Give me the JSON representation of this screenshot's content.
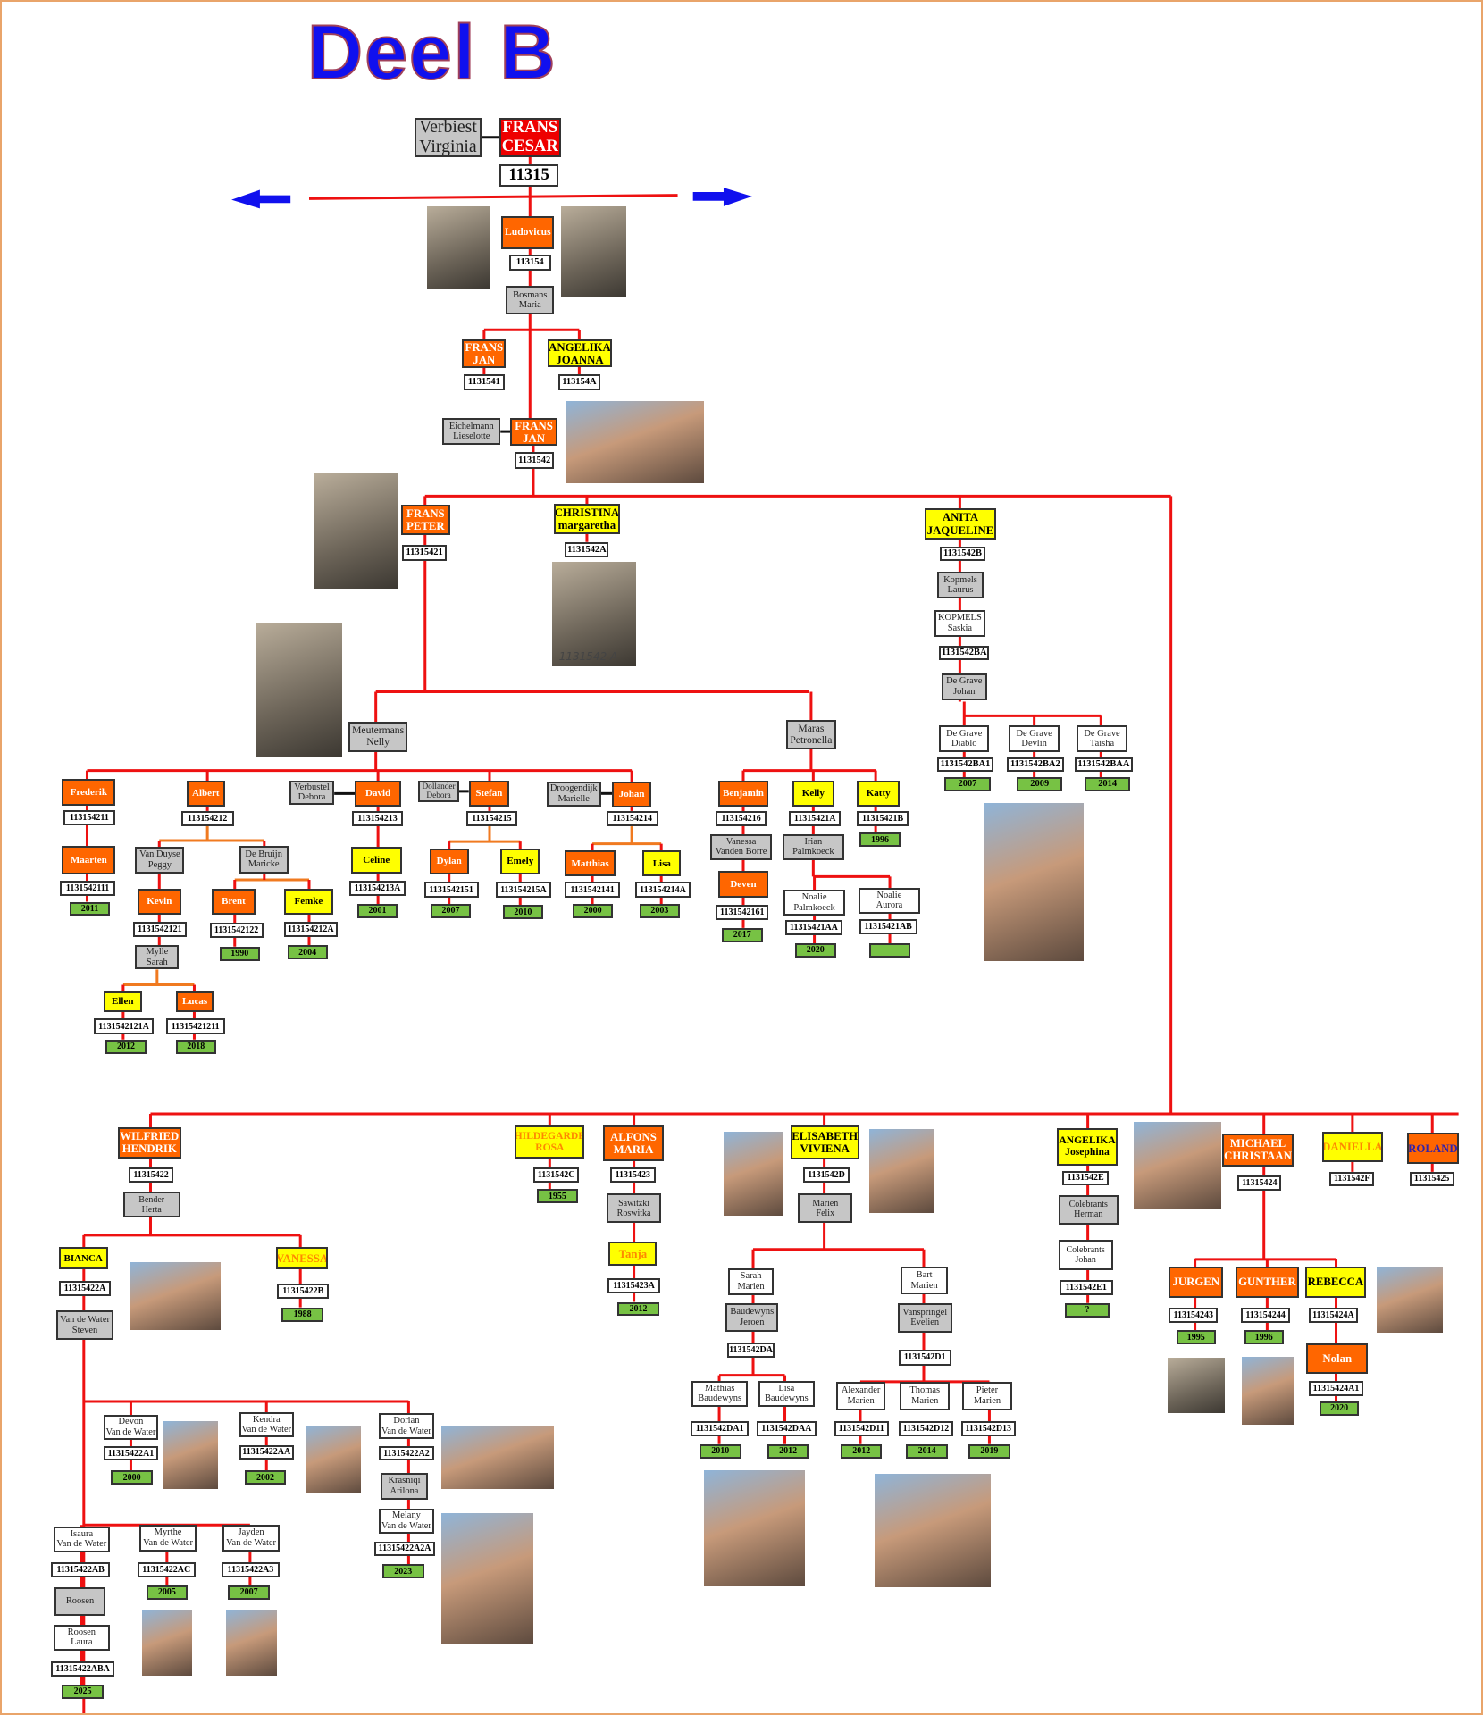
{
  "title": "Deel B",
  "photo_caption": "1131542 A",
  "colors": {
    "orange": "#ff6600",
    "yellow": "#ffff00",
    "red": "#ee0000",
    "spouse": "#c6c6c6",
    "year": "#77c244",
    "line": "#ee1111",
    "arrow": "#1010ee"
  },
  "tree": {
    "verbiest": "Verbiest\nVirginia",
    "frans_cesar": "FRANS\nCESAR",
    "id_11315": "11315",
    "ludovicus": "Ludovicus",
    "id_113154": "113154",
    "bosmans": "Bosmans\nMaria",
    "frans_jan_1": "FRANS\nJAN",
    "id_1131541": "1131541",
    "angelika_joanna": "ANGELIKA\nJOANNA",
    "id_113154A": "113154A",
    "eichelmann": "Eichelmann\nLieselotte",
    "frans_jan_2": "FRANS\nJAN",
    "id_1131542": "1131542",
    "frans_peter": "FRANS\nPETER",
    "id_11315421": "11315421",
    "christina": "CHRISTINA\nmargaretha",
    "id_1131542A": "1131542A",
    "anita": "ANITA\nJAQUELINE",
    "id_1131542B": "1131542B",
    "kopmels_laurus": "Kopmels\nLaurus",
    "kopmels_saskia": "KOPMELS\nSaskia",
    "id_1131542BA": "1131542BA",
    "degrave_johan": "De Grave\nJohan",
    "degrave_diablo": "De Grave\nDiablo",
    "degrave_devlin": "De Grave\nDevlin",
    "degrave_taisha": "De Grave\nTaisha",
    "id_1131542BA1": "1131542BA1",
    "id_1131542BA2": "1131542BA2",
    "id_1131542BAA": "1131542BAA",
    "yr_diablo": "2007",
    "yr_devlin": "2009",
    "yr_taisha": "2014",
    "meutermans": "Meutermans\nNelly",
    "maras": "Maras\nPetronella",
    "frederik": "Frederik",
    "id_113154211": "113154211",
    "maarten": "Maarten",
    "id_1131542111": "1131542111",
    "yr_maarten": "2011",
    "albert": "Albert",
    "id_113154212": "113154212",
    "vanduyse": "Van Duyse\nPeggy",
    "debruijn": "De Bruijn\nMaricke",
    "kevin": "Kevin",
    "id_1131542121": "1131542121",
    "mylle": "Mylle\nSarah",
    "ellen": "Ellen",
    "id_1131542121A": "1131542121A",
    "yr_ellen": "2012",
    "lucas": "Lucas",
    "id_11315421211": "11315421211",
    "yr_lucas": "2018",
    "brent": "Brent",
    "id_1131542122": "1131542122",
    "yr_brent": "1990",
    "femke": "Femke",
    "id_113154212A": "113154212A",
    "yr_femke": "2004",
    "verbustel": "Verbustel\nDebora",
    "david": "David",
    "id_113154213": "113154213",
    "celine": "Celine",
    "id_113154213A": "113154213A",
    "yr_celine": "2001",
    "dollander": "Dollander\nDebora",
    "stefan": "Stefan",
    "id_113154215": "113154215",
    "dylan": "Dylan",
    "id_1131542151": "1131542151",
    "yr_dylan": "2007",
    "emely": "Emely",
    "id_113154215A": "113154215A",
    "yr_emely": "2010",
    "droogendijk": "Droogendijk\nMarielle",
    "johan": "Johan",
    "id_113154214": "113154214",
    "matthias": "Matthias",
    "id_1131542141": "1131542141",
    "yr_matthias": "2000",
    "lisa": "Lisa",
    "id_113154214A": "113154214A",
    "yr_lisa": "2003",
    "benjamin": "Benjamin",
    "id_113154216": "113154216",
    "vanessa_vb": "Vanessa\nVanden Borre",
    "deven": "Deven",
    "id_1131542161": "1131542161",
    "yr_deven": "2017",
    "kelly": "Kelly",
    "id_11315421A": "11315421A",
    "irian": "Irian\nPalmkoeck",
    "noalie_p": "Noalie\nPalmkoeck",
    "id_11315421AA": "11315421AA",
    "yr_noalie_p": "2020",
    "katty": "Katty",
    "id_11315421B": "11315421B",
    "yr_katty": "1996",
    "noalie_a": "Noalie\nAurora",
    "id_11315421AB": "11315421AB",
    "yr_noalie_a": "",
    "wilfried": "WILFRIED\nHENDRIK",
    "id_11315422": "11315422",
    "bender": "Bender\nHerta",
    "bianca": "BIANCA",
    "id_11315422A": "11315422A",
    "vdw_steven": "Van de Water\nSteven",
    "vanessa": "VANESSA",
    "id_11315422B": "11315422B",
    "yr_vanessa": "1988",
    "devon": "Devon\nVan de Water",
    "id_11315422A1": "11315422A1",
    "yr_devon": "2000",
    "kendra": "Kendra\nVan de Water",
    "id_11315422AA": "11315422AA",
    "yr_kendra": "2002",
    "dorian": "Dorian\nVan de Water",
    "id_11315422A2": "11315422A2",
    "krasniqi": "Krasniqi\nArilona",
    "melany": "Melany\nVan de Water",
    "id_11315422A2A": "11315422A2A",
    "yr_melany": "2023",
    "isaura": "Isaura\nVan de Water",
    "id_11315422AB": "11315422AB",
    "roosen": "Roosen",
    "roosen_laura": "Roosen\nLaura",
    "id_11315422ABA": "11315422ABA",
    "yr_roosen_laura": "2025",
    "myrthe": "Myrthe\nVan de Water",
    "id_11315422AC": "11315422AC",
    "yr_myrthe": "2005",
    "jayden": "Jayden\nVan de Water",
    "id_11315422A3": "11315422A3",
    "yr_jayden": "2007",
    "hildegarde": "HILDEGARDE\nROSA",
    "id_1131542C": "1131542C",
    "yr_hildegarde": "1955",
    "alfons": "ALFONS\nMARIA",
    "id_11315423": "11315423",
    "sawitzki": "Sawitzki\nRoswitka",
    "tanja": "Tanja",
    "id_11315423A": "11315423A",
    "yr_tanja": "2012",
    "elisabeth": "ELISABETH\nVIVIENA",
    "id_1131542D": "1131542D",
    "marien_felix": "Marien\nFelix",
    "sarah_marien": "Sarah\nMarien",
    "baudewyns": "Baudewyns\nJeroen",
    "id_1131542DA": "1131542DA",
    "mathias_b": "Mathias\nBaudewyns",
    "id_1131542DA1": "1131542DA1",
    "yr_mathias_b": "2010",
    "lisa_b": "Lisa\nBaudewyns",
    "id_1131542DAA": "1131542DAA",
    "yr_lisa_b": "2012",
    "bart_marien": "Bart\nMarien",
    "vanspringel": "Vanspringel\nEvelien",
    "id_1131542D1": "1131542D1",
    "alexander": "Alexander\nMarien",
    "id_1131542D11": "1131542D11",
    "yr_alexander": "2012",
    "thomas": "Thomas\nMarien",
    "id_1131542D12": "1131542D12",
    "yr_thomas": "2014",
    "pieter": "Pieter\nMarien",
    "id_1131542D13": "1131542D13",
    "yr_pieter": "2019",
    "angelika_j": "ANGELIKA\nJosephina",
    "id_1131542E": "1131542E",
    "colebrants_herman": "Colebrants\nHerman",
    "colebrants_johan": "Colebrants\nJohan",
    "id_1131542E1": "1131542E1",
    "yr_colebrants_johan": "?",
    "michael": "MICHAEL\nCHRISTAAN",
    "id_11315424": "11315424",
    "daniella": "DANIELLA",
    "id_1131542F": "1131542F",
    "roland": "ROLAND",
    "id_11315425": "11315425",
    "jurgen": "JURGEN",
    "id_113154243": "113154243",
    "yr_jurgen": "1995",
    "gunther": "GUNTHER",
    "id_113154244": "113154244",
    "yr_gunther": "1996",
    "rebecca": "REBECCA",
    "id_11315424A": "11315424A",
    "nolan": "Nolan",
    "id_11315424A1": "11315424A1",
    "yr_nolan": "2020"
  }
}
